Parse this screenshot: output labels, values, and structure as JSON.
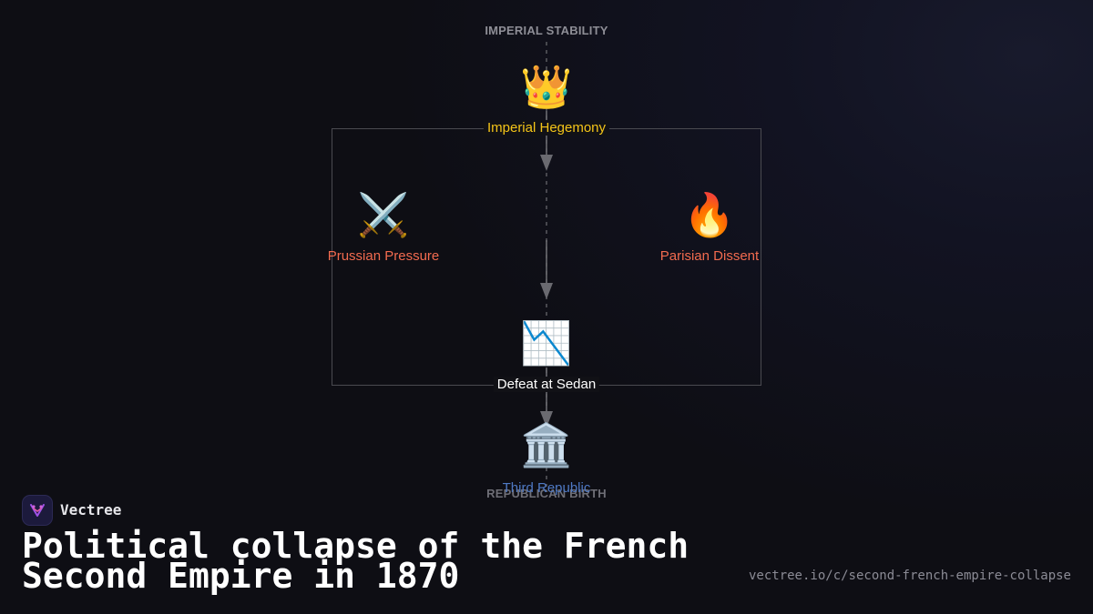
{
  "diagram": {
    "top_label": "IMPERIAL STABILITY",
    "bottom_label": "REPUBLICAN BIRTH",
    "nodes": {
      "hegemony": {
        "icon": "👑",
        "icon_name": "crown-icon",
        "label": "Imperial Hegemony",
        "color": "#f5c518"
      },
      "prussian": {
        "icon": "⚔️",
        "icon_name": "crossed-swords-icon",
        "label": "Prussian Pressure",
        "color": "#f26b4f"
      },
      "parisian": {
        "icon": "🔥",
        "icon_name": "fire-icon",
        "label": "Parisian Dissent",
        "color": "#f26b4f"
      },
      "sedan": {
        "icon": "📉",
        "icon_name": "chart-decreasing-icon",
        "label": "Defeat at Sedan",
        "color": "#ffffff"
      },
      "republic": {
        "icon": "🏛️",
        "icon_name": "classical-building-icon",
        "label": "Third Republic",
        "color": "#4f79c4"
      }
    },
    "colors": {
      "axis_label": "#8e8e96",
      "connector": "#6a6a70",
      "frame": "#4a4a50"
    }
  },
  "footer": {
    "brand": "Vectree",
    "title_line1": "Political collapse of the French",
    "title_line2": "Second Empire in 1870",
    "url": "vectree.io/c/second-french-empire-collapse"
  }
}
